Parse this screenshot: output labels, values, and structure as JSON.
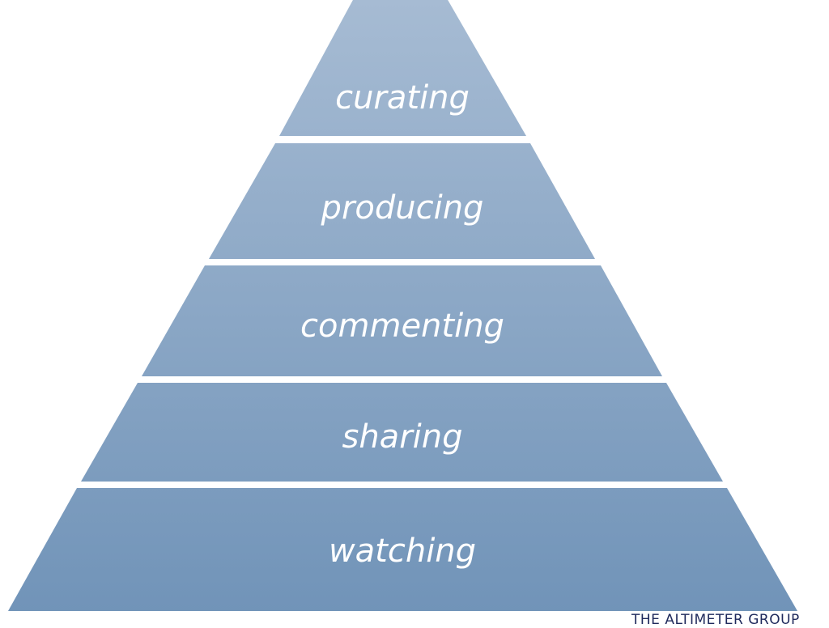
{
  "diagram": {
    "type": "pyramid",
    "tiers": [
      {
        "label": "curating"
      },
      {
        "label": "producing"
      },
      {
        "label": "commenting"
      },
      {
        "label": "sharing"
      },
      {
        "label": "watching"
      }
    ],
    "colors": {
      "top": "#a5bad2",
      "bottom": "#7093b8",
      "text": "#ffffff"
    }
  },
  "footer": {
    "credit": "THE ALTIMETER GROUP"
  }
}
